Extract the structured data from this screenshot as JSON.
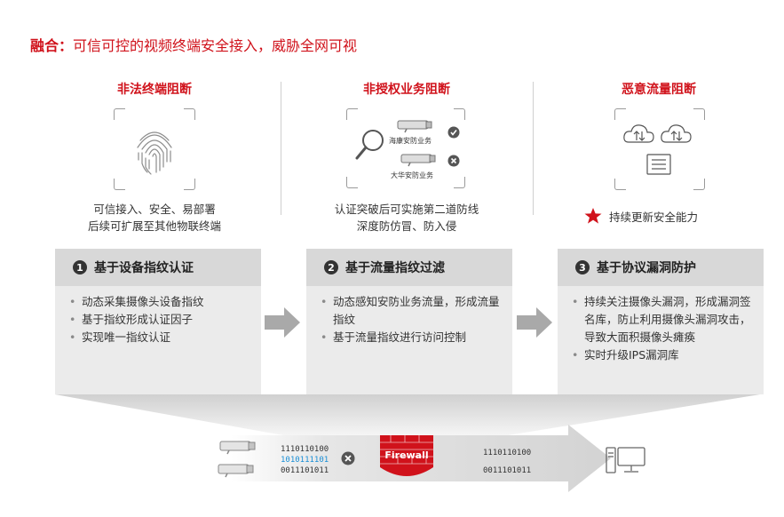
{
  "headline": {
    "prefix": "融合：",
    "text": "可信可控的视频终端安全接入，威胁全网可视"
  },
  "sections": [
    {
      "title": "非法终端阻断",
      "desc_lines": [
        "可信接入、安全、易部署",
        "后续可扩展至其他物联终端"
      ],
      "icon": "fingerprint-icon"
    },
    {
      "title": "非授权业务阻断",
      "desc_lines": [
        "认证突破后可实施第二道防线",
        "深度防仿冒、防入侵"
      ],
      "icon": "magnifier-camera-icon",
      "labels": [
        "海康安防业务",
        "大华安防业务"
      ]
    },
    {
      "title": "恶意流量阻断",
      "desc_lines": [
        "持续更新安全能力"
      ],
      "icon": "cloud-traffic-icon"
    }
  ],
  "cards": [
    {
      "number": "1",
      "title": "基于设备指纹认证",
      "items": [
        "动态采集摄像头设备指纹",
        "基于指纹形成认证因子",
        "实现唯一指纹认证"
      ]
    },
    {
      "number": "2",
      "title": "基于流量指纹过滤",
      "items": [
        "动态感知安防业务流量，形成流量指纹",
        "基于流量指纹进行访问控制"
      ]
    },
    {
      "number": "3",
      "title": "基于协议漏洞防护",
      "items": [
        "持续关注摄像头漏洞，形成漏洞签名库，防止利用摄像头漏洞攻击，导致大面积摄像头瘫痪",
        "实时升级IPS漏洞库"
      ]
    }
  ],
  "flow": {
    "left_bits": [
      "1110110100",
      "1010111101",
      "0011101011"
    ],
    "right_bits": [
      "1110110100",
      "0011101011"
    ],
    "firewall_label": "Firewall"
  },
  "colors": {
    "accent": "#d0121b",
    "blue_bits": "#1a8fd6",
    "arrow": "#c2c2c2"
  }
}
